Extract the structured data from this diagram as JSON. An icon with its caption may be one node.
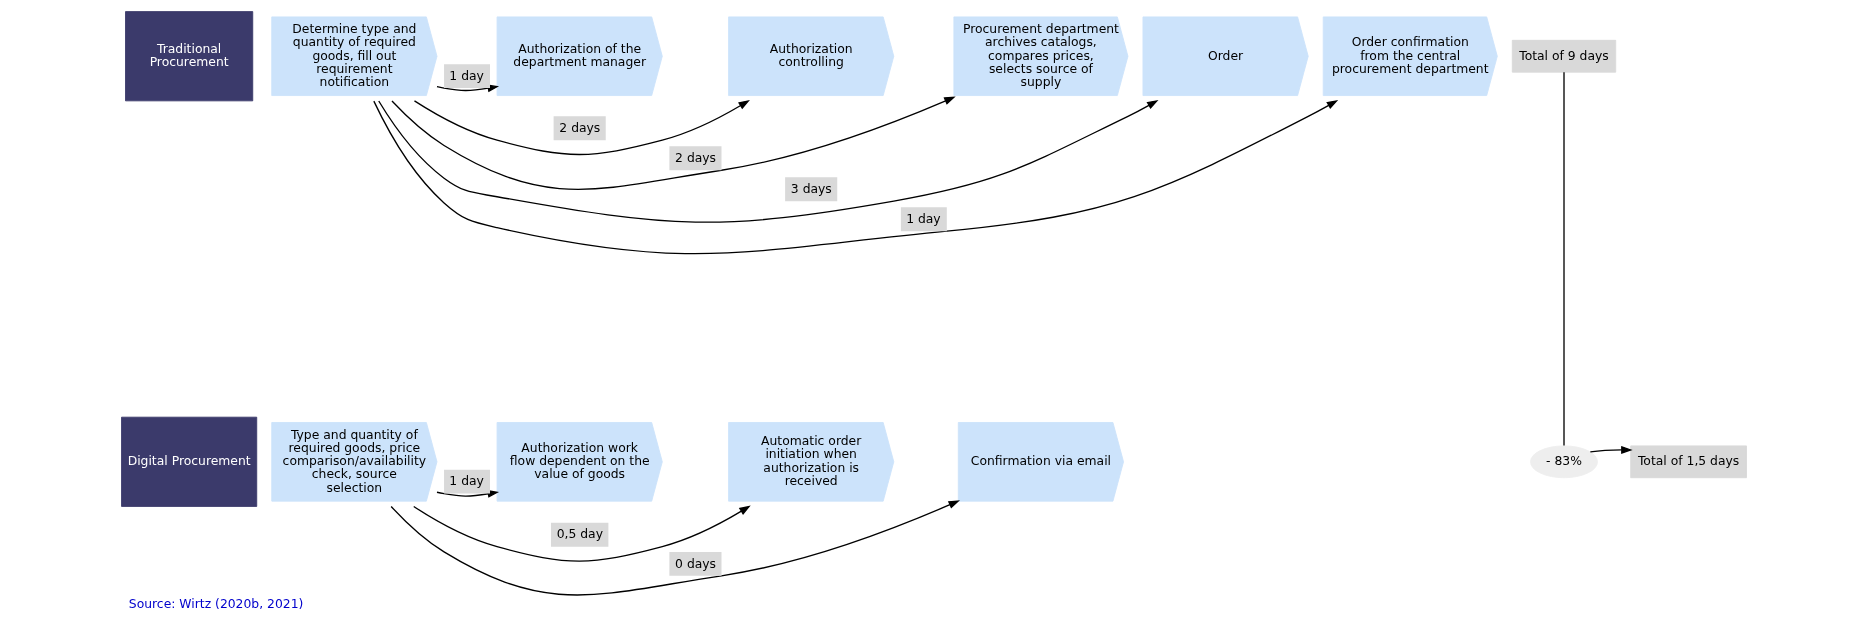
{
  "diagram": {
    "caption": "Source: Wirtz (2020b, 2021)",
    "nodes": [
      {
        "text": [
          "Traditional Procurement"
        ]
      },
      {
        "text": [
          "Determine type and quantity of required goods, fill out requirement notification"
        ]
      },
      {
        "text": [
          "Authorization of the department manager"
        ]
      },
      {
        "text": [
          "Authorization controlling"
        ]
      },
      {
        "text": [
          "Procurement department archives catalogs, compares prices, selects source of supply"
        ]
      },
      {
        "text": [
          "Order"
        ]
      },
      {
        "text": [
          "Order confirmation from the central procurement department"
        ]
      },
      {
        "text": [
          "Total of 9 days"
        ]
      },
      {
        "text": [
          "Digital Procurement"
        ]
      },
      {
        "text": [
          "Type and quantity of required goods, price comparison/availability check, source selection"
        ]
      },
      {
        "text": [
          "Authorization work flow dependent on the value of goods"
        ]
      },
      {
        "text": [
          "Automatic order initiation when authorization is received"
        ]
      },
      {
        "text": [
          "Confirmation via email"
        ]
      },
      {
        "text": [
          "Total of 1,5 days"
        ]
      },
      {
        "text": [
          "- 83%"
        ]
      }
    ],
    "edges": [
      {
        "from": 1,
        "to": 2,
        "arrow": "to",
        "label": "1 day"
      },
      {
        "from": 1,
        "to": 3,
        "arrow": "to",
        "label": "2 days"
      },
      {
        "from": 1,
        "to": 4,
        "arrow": "to",
        "label": "2 days"
      },
      {
        "from": 1,
        "to": 5,
        "arrow": "to",
        "label": "3 days"
      },
      {
        "from": 1,
        "to": 6,
        "arrow": "to",
        "label": "1 day"
      },
      {
        "from": 9,
        "to": 10,
        "arrow": "to",
        "label": "1 day"
      },
      {
        "from": 9,
        "to": 11,
        "arrow": "to",
        "label": "0,5 day"
      },
      {
        "from": 9,
        "to": 12,
        "arrow": "to",
        "label": "0 days"
      },
      {
        "from": 7,
        "to": 14,
        "arrow": "none"
      },
      {
        "from": 14,
        "to": 13,
        "arrow": "to"
      }
    ]
  }
}
